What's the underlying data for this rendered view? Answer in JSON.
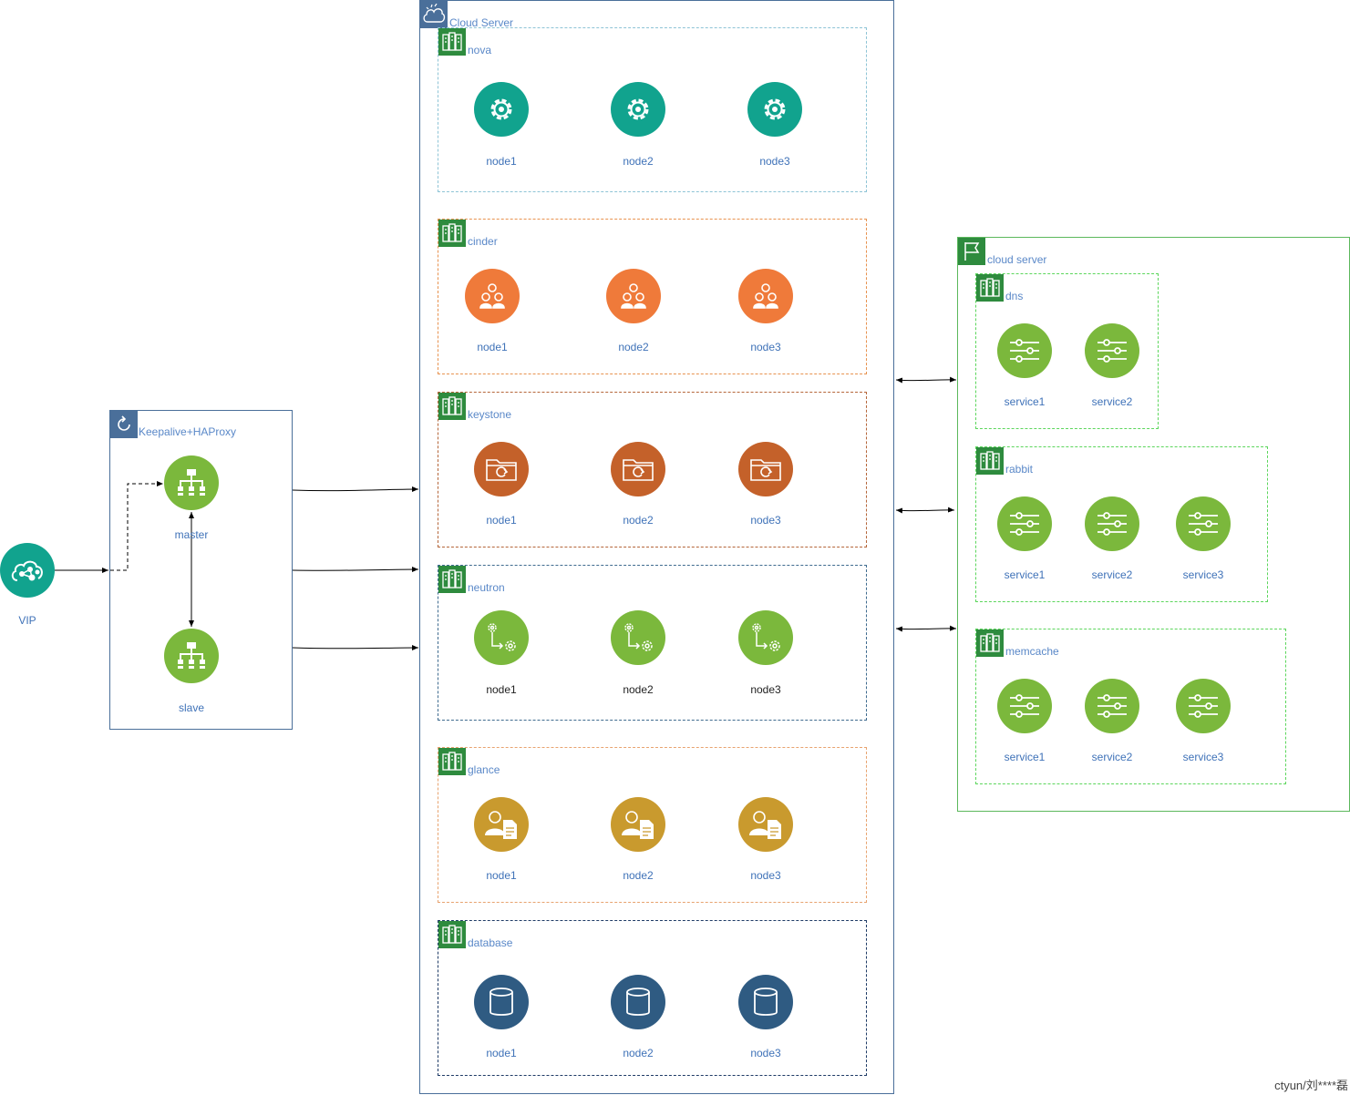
{
  "vip": {
    "label": "VIP",
    "color": "#11a38e",
    "icon": "cloud-network-icon"
  },
  "lb": {
    "title": "Keepalive+HAProxy",
    "nodes": [
      {
        "label": "master",
        "icon": "hierarchy-icon"
      },
      {
        "label": "slave",
        "icon": "hierarchy-icon"
      }
    ],
    "node_color": "#7bb83c",
    "group_icon": "refresh-icon"
  },
  "cloud": {
    "title": "Cloud Server",
    "group_icon": "cloud-icon",
    "groups": [
      {
        "name": "nova",
        "color": "#11a38e",
        "icon": "gear-icon",
        "nodes": [
          "node1",
          "node2",
          "node3"
        ]
      },
      {
        "name": "cinder",
        "color": "#ef7a3a",
        "icon": "users-icon",
        "nodes": [
          "node1",
          "node2",
          "node3"
        ]
      },
      {
        "name": "keystone",
        "color": "#c4612a",
        "icon": "folder-sync-icon",
        "nodes": [
          "node1",
          "node2",
          "node3"
        ]
      },
      {
        "name": "neutron",
        "color": "#7bb83c",
        "icon": "gear-workflow-icon",
        "nodes": [
          "node1",
          "node2",
          "node3"
        ]
      },
      {
        "name": "glance",
        "color": "#c99a2e",
        "icon": "user-document-icon",
        "nodes": [
          "node1",
          "node2",
          "node3"
        ]
      },
      {
        "name": "database",
        "color": "#2f5b82",
        "icon": "database-icon",
        "nodes": [
          "node1",
          "node2",
          "node3"
        ]
      }
    ]
  },
  "services": {
    "title": "cloud server",
    "group_icon": "flag-icon",
    "node_color": "#7bb83c",
    "groups": [
      {
        "name": "dns",
        "icon": "sliders-icon",
        "nodes": [
          "service1",
          "service2"
        ]
      },
      {
        "name": "rabbit",
        "icon": "sliders-icon",
        "nodes": [
          "service1",
          "service2",
          "service3"
        ]
      },
      {
        "name": "memcache",
        "icon": "sliders-icon",
        "nodes": [
          "service1",
          "service2",
          "service3"
        ]
      }
    ]
  },
  "colors": {
    "frame_blue": "#4a6f9a",
    "frame_green": "#5cb85c",
    "group_tile": "#2e8b3e"
  },
  "watermark": "ctyun/刘****磊"
}
